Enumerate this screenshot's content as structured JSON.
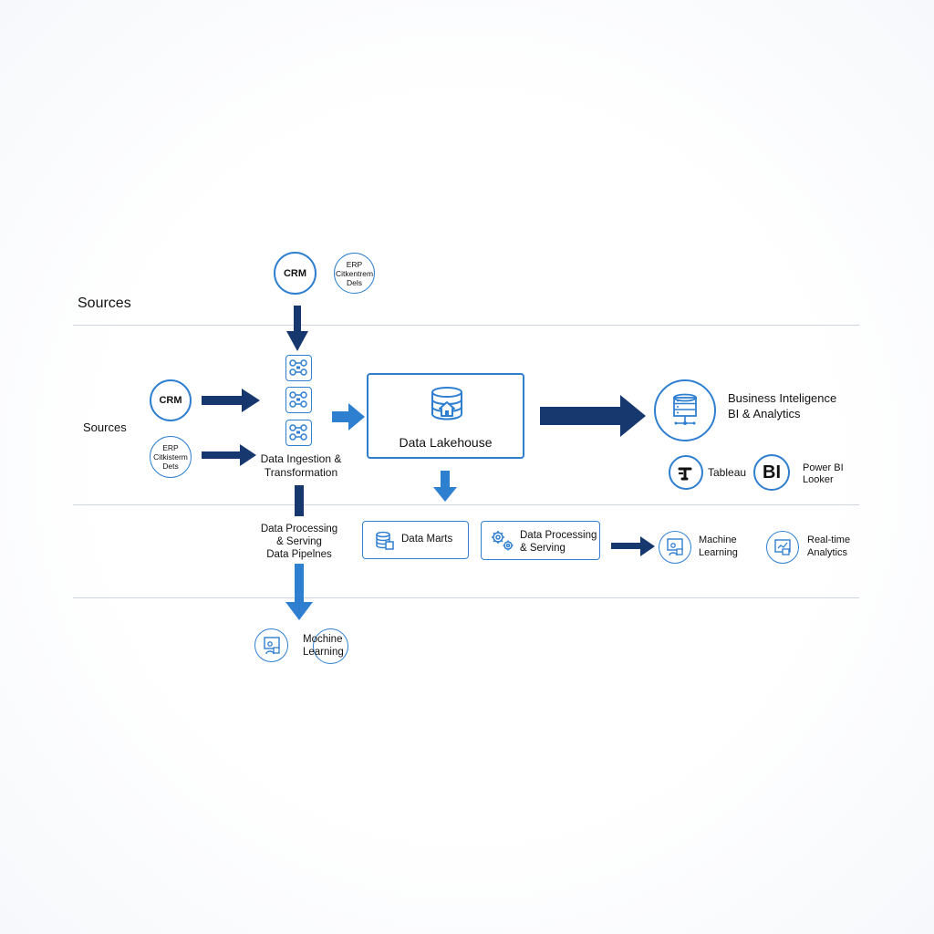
{
  "top_sources": {
    "label": "Sources",
    "crm": "CRM",
    "erp_lines": [
      "ERP",
      "Citkentrem",
      "Dels"
    ]
  },
  "left_sources": {
    "label": "Sources",
    "crm": "CRM",
    "erp_lines": [
      "ERP",
      "Citkisterm",
      "Dets"
    ]
  },
  "ingestion": {
    "label_lines": [
      "Data Ingestion &",
      "Transformation"
    ]
  },
  "lakehouse": {
    "label": "Data Lakehouse"
  },
  "bi": {
    "title_lines": [
      "Business Inteligence",
      "BI & Analytics"
    ],
    "tableau": "Tableau",
    "powerbi_logo": "BI",
    "powerbi_lines": [
      "Power BI",
      "Looker"
    ]
  },
  "pipelines": {
    "label_lines": [
      "Data Processing",
      "& Serving",
      "Data Pipelnes"
    ]
  },
  "data_marts": {
    "label": "Data Marts"
  },
  "processing": {
    "label_lines": [
      "Data Processing",
      "& Serving"
    ]
  },
  "ml_right": {
    "label_lines": [
      "Machine",
      "Learning"
    ]
  },
  "realtime": {
    "label_lines": [
      "Real-time",
      "Analytics"
    ]
  },
  "ml_bottom": {
    "label_lines": [
      "Mochine",
      "Learning"
    ]
  },
  "icons": [
    "server-icon",
    "node-icon",
    "database-icon",
    "home-icon",
    "gear-icon",
    "person-screen-icon",
    "chart-screen-icon",
    "tableau-icon"
  ],
  "colors": {
    "accent": "#2f7fd1",
    "navy": "#16386f",
    "divider": "#cfd5dc"
  }
}
